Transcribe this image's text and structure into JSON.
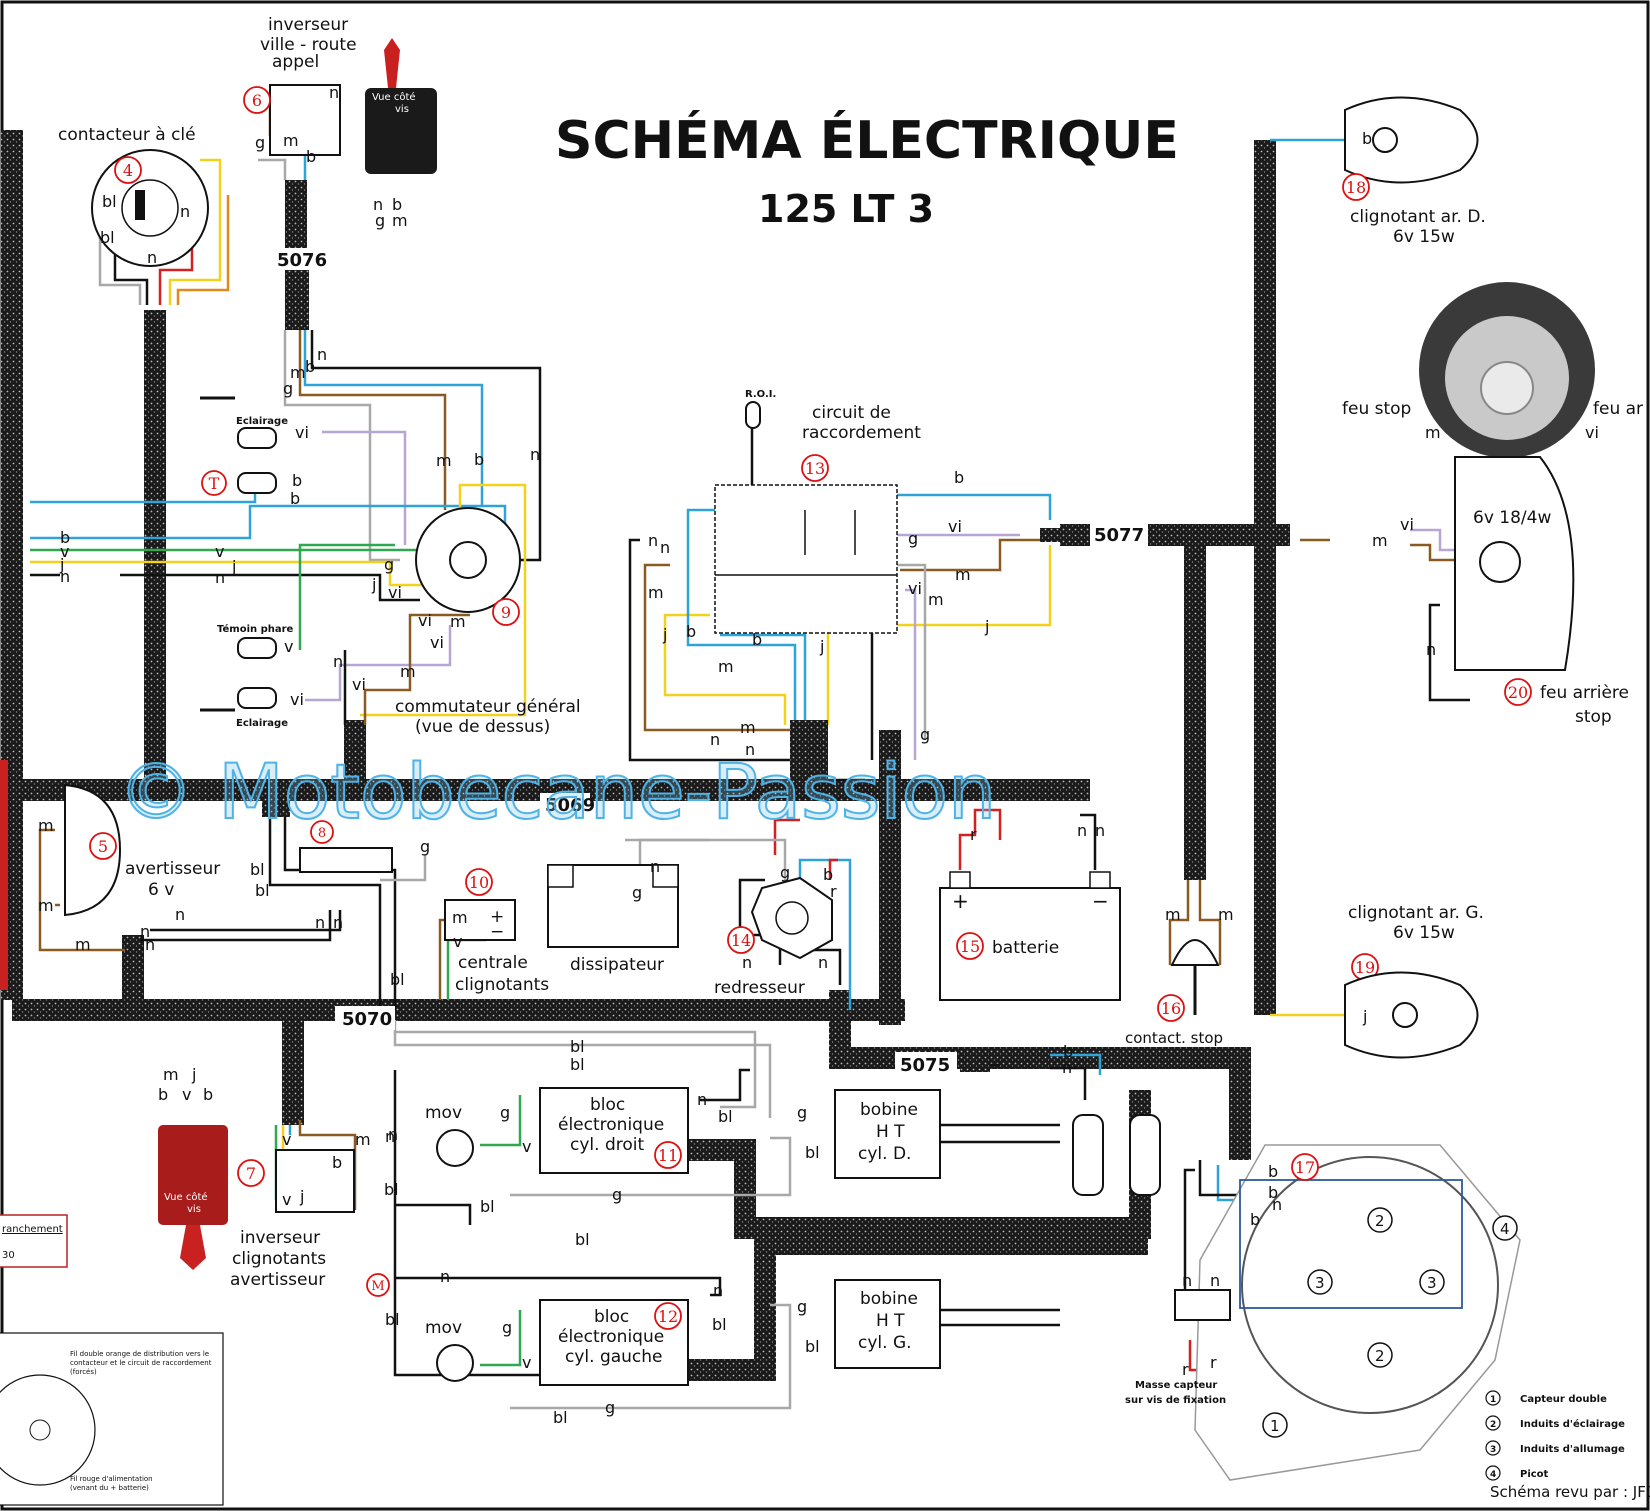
{
  "title": "SCHÉMA   ÉLECTRIQUE",
  "subtitle": "125 LT 3",
  "watermark": "© Motobecane-Passion",
  "credit": "Schéma revu par : JFD",
  "wire_colors": {
    "b": "#2ea3d9",
    "n": "#111111",
    "m": "#8a5a22",
    "g": "#a8a8a8",
    "j": "#f2d21b",
    "v": "#2fa84f",
    "vi": "#b7a6d4",
    "bl": "#333333",
    "r": "#d42020",
    "o": "#e08a1e"
  },
  "connectors": [
    "5076",
    "5077",
    "5069",
    "5070",
    "5075"
  ],
  "components": {
    "c4": {
      "num": "4",
      "label": "contacteur à clé"
    },
    "c5": {
      "num": "5",
      "label_1": "avertisseur",
      "label_2": "6 v"
    },
    "c6": {
      "num": "6",
      "label_1": "inverseur",
      "label_2": "ville - route",
      "label_3": "appel",
      "side_view": "Vue côté vis"
    },
    "c7": {
      "num": "7",
      "label_1": "inverseur",
      "label_2": "clignotants",
      "label_3": "avertisseur",
      "side_view": "Vue côté vis"
    },
    "c8": {
      "num": "8"
    },
    "c9": {
      "num": "9",
      "label_1": "commutateur général",
      "label_2": "(vue de dessus)"
    },
    "c10": {
      "num": "10",
      "label_1": "centrale",
      "label_2": "clignotants"
    },
    "c11": {
      "num": "11",
      "label_1": "bloc",
      "label_2": "électronique",
      "label_3": "cyl. droit"
    },
    "c12": {
      "num": "12",
      "label_1": "bloc",
      "label_2": "électronique",
      "label_3": "cyl. gauche"
    },
    "c13": {
      "num": "13",
      "label_1": "circuit de",
      "label_2": "raccordement",
      "roi": "R.O.I."
    },
    "c14": {
      "num": "14",
      "label": "redresseur"
    },
    "c15": {
      "num": "15",
      "label": "batterie"
    },
    "c16": {
      "num": "16",
      "label": "contact. stop"
    },
    "c17": {
      "num": "17"
    },
    "c18": {
      "num": "18",
      "label_1": "clignotant ar. D.",
      "label_2": "6v 15w"
    },
    "c19": {
      "num": "19",
      "label_1": "clignotant ar. G.",
      "label_2": "6v 15w"
    },
    "c20": {
      "num": "20",
      "label_1": "feu arrière",
      "label_2": "stop"
    },
    "cT": {
      "num": "T"
    },
    "cM": {
      "num": "M"
    },
    "dissipateur": "dissipateur",
    "feu_stop": "feu stop",
    "feu_ar": "feu ar",
    "lamp_rating": "6v 18/4w",
    "eclairage": "Eclairage",
    "temoin_phare": "Témoin phare",
    "mov": "mov",
    "bobine_d": {
      "l1": "bobine",
      "l2": "H T",
      "l3": "cyl. D."
    },
    "bobine_g": {
      "l1": "bobine",
      "l2": "H T",
      "l3": "cyl. G."
    },
    "masse_capteur": {
      "l1": "Masse capteur",
      "l2": "sur vis de fixation"
    },
    "branchement": "ranchement",
    "branchement_num": "30"
  },
  "legend": [
    {
      "num": "1",
      "text": "Capteur  double"
    },
    {
      "num": "2",
      "text": "Induits  d'éclairage"
    },
    {
      "num": "3",
      "text": "Induits  d'allumage"
    },
    {
      "num": "4",
      "text": "Picot"
    }
  ],
  "inset_notes": {
    "top": "Fil double orange de distribution vers le contacteur et le circuit de raccordement (forcés)",
    "bottom": "Fil rouge d'alimentation (venant du + batterie)"
  }
}
